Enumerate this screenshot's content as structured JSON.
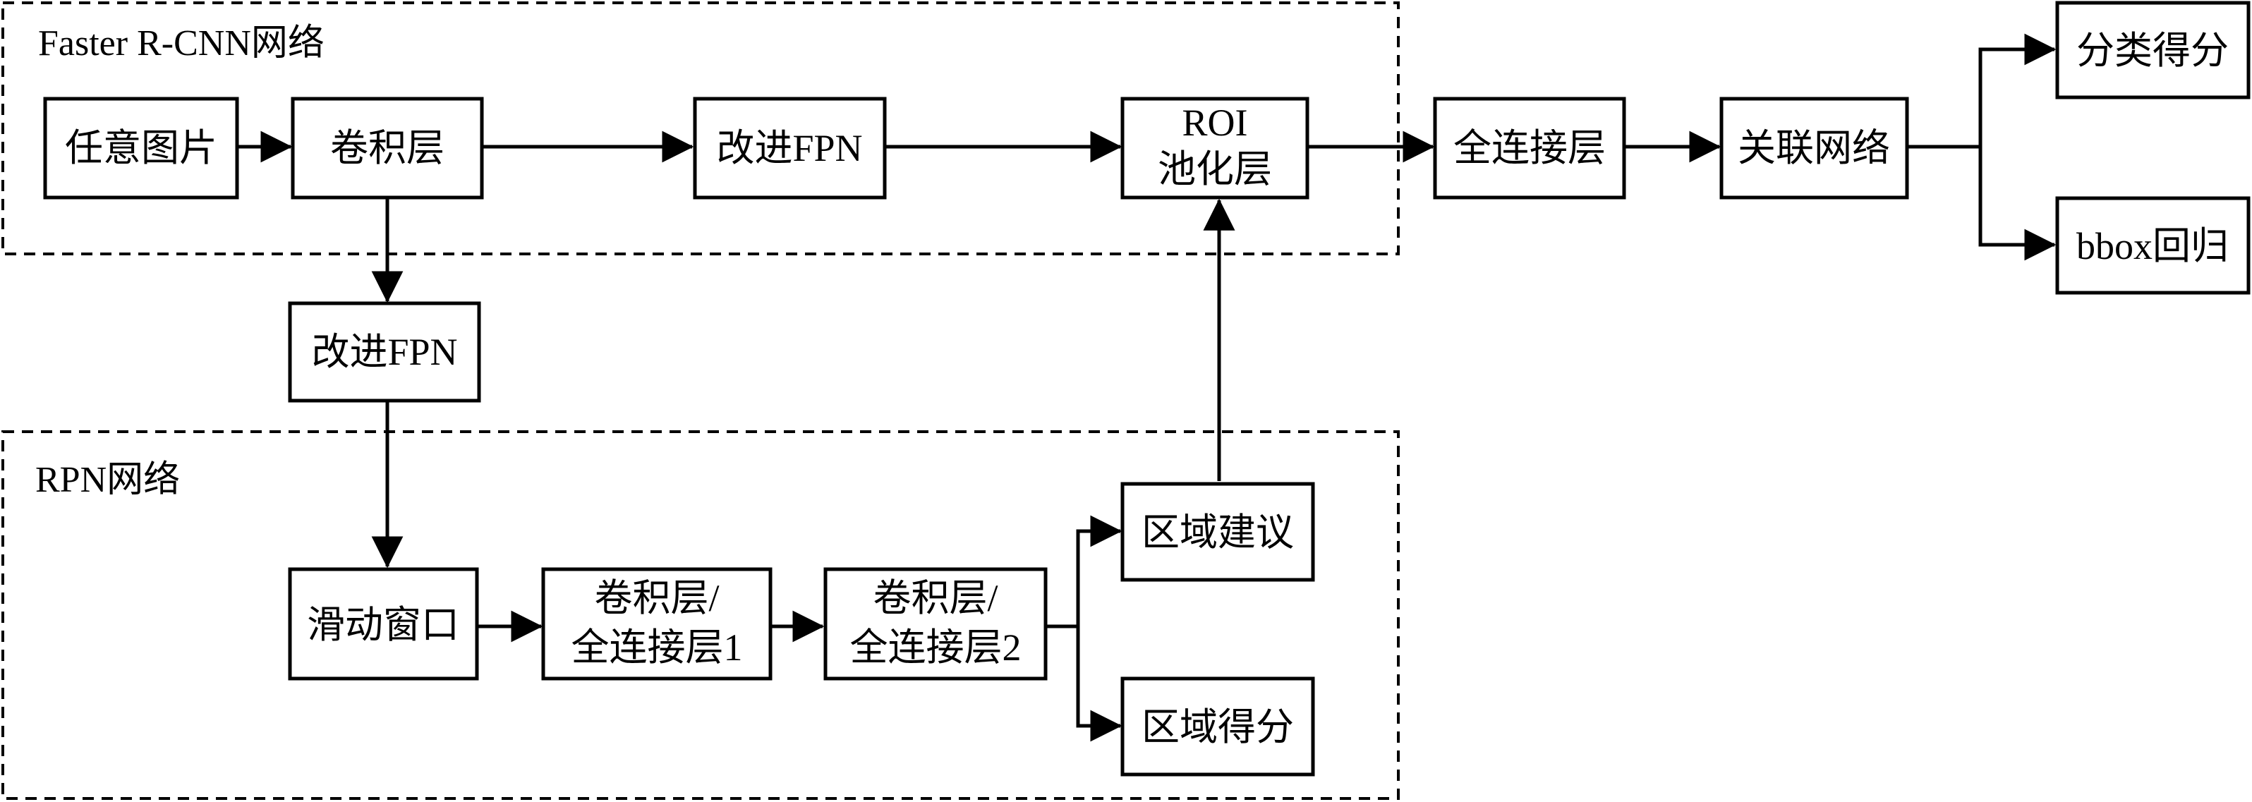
{
  "groups": {
    "faster_rcnn": "Faster R-CNN网络",
    "rpn": "RPN网络"
  },
  "nodes": {
    "input_image": "任意图片",
    "conv_layer": "卷积层",
    "improved_fpn_top": "改进FPN",
    "roi_pool_line1": "ROI",
    "roi_pool_line2": "池化层",
    "fully_connected": "全连接层",
    "relation_network": "关联网络",
    "class_score": "分类得分",
    "bbox_regression": "bbox回归",
    "improved_fpn_side": "改进FPN",
    "sliding_window": "滑动窗口",
    "conv_fc1_line1": "卷积层/",
    "conv_fc1_line2": "全连接层1",
    "conv_fc2_line1": "卷积层/",
    "conv_fc2_line2": "全连接层2",
    "region_proposal": "区域建议",
    "region_score": "区域得分"
  }
}
